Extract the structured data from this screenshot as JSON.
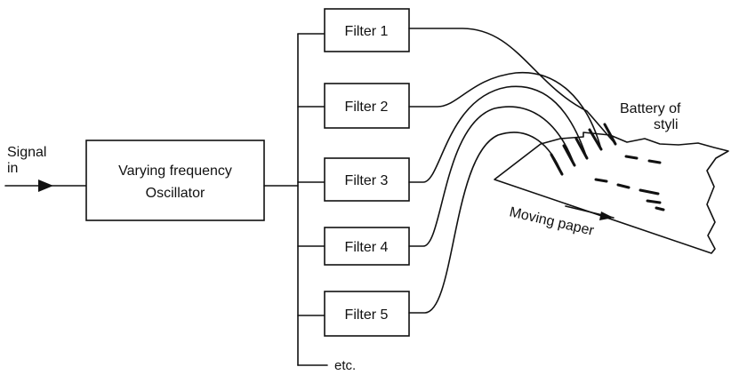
{
  "input_label_line1": "Signal",
  "input_label_line2": "in",
  "oscillator": {
    "line1": "Varying frequency",
    "line2": "Oscillator"
  },
  "filters": [
    {
      "label": "Filter 1"
    },
    {
      "label": "Filter 2"
    },
    {
      "label": "Filter 3"
    },
    {
      "label": "Filter 4"
    },
    {
      "label": "Filter 5"
    }
  ],
  "etc_label": "etc.",
  "styli_label_line1": "Battery of",
  "styli_label_line2": "styli",
  "paper_label": "Moving paper"
}
